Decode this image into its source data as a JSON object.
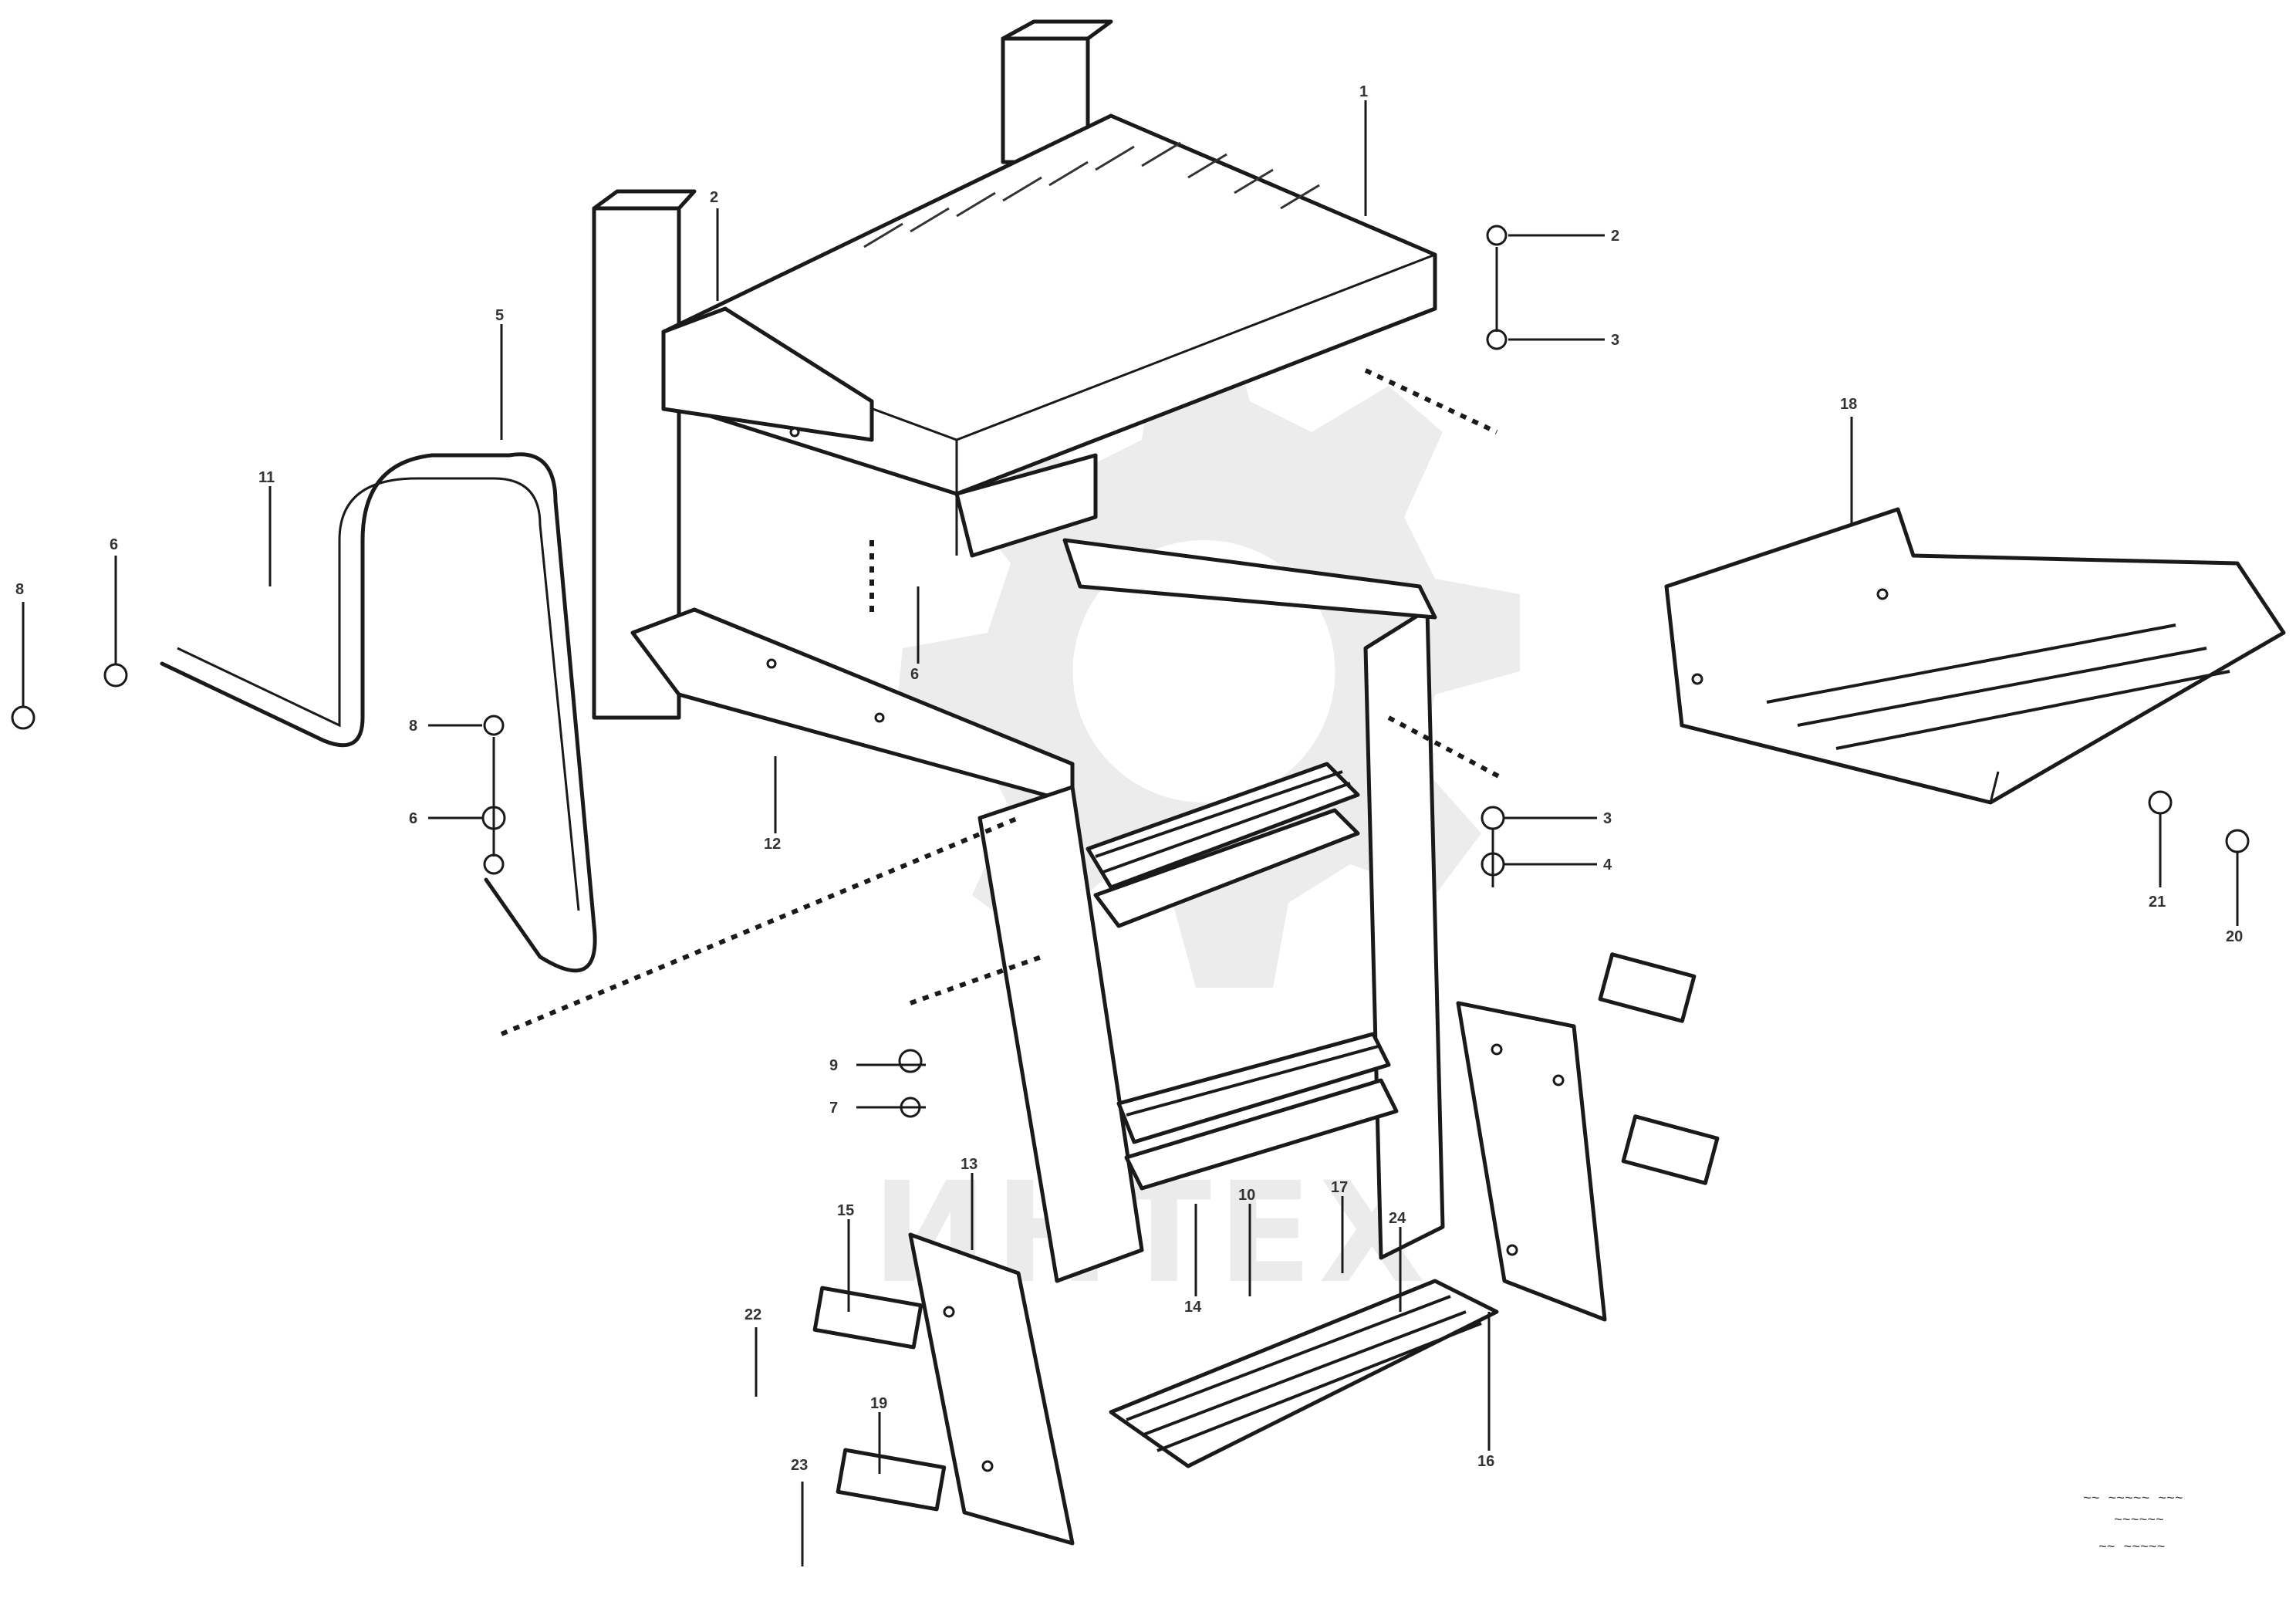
{
  "figure": {
    "watermark_text": "ИНТЕХ",
    "reference_lines": [
      "~~ ~~~~~ ~~~",
      "~~~~~~",
      "~~ ~~~~~"
    ]
  },
  "callouts": {
    "c1": "1",
    "c2a": "2",
    "c2b": "2",
    "c3a": "3",
    "c3b": "3",
    "c4": "4",
    "c5": "5",
    "c6a": "6",
    "c6b": "6",
    "c6c": "6",
    "c7": "7",
    "c8a": "8",
    "c8b": "8",
    "c9": "9",
    "c10": "10",
    "c11": "11",
    "c12": "12",
    "c13": "13",
    "c14": "14",
    "c15": "15",
    "c16": "16",
    "c17": "17",
    "c18": "18",
    "c19": "19",
    "c20": "20",
    "c21": "21",
    "c22": "22",
    "c23": "23",
    "c24": "24"
  },
  "icons": {
    "logo": "gear-watermark-icon"
  }
}
